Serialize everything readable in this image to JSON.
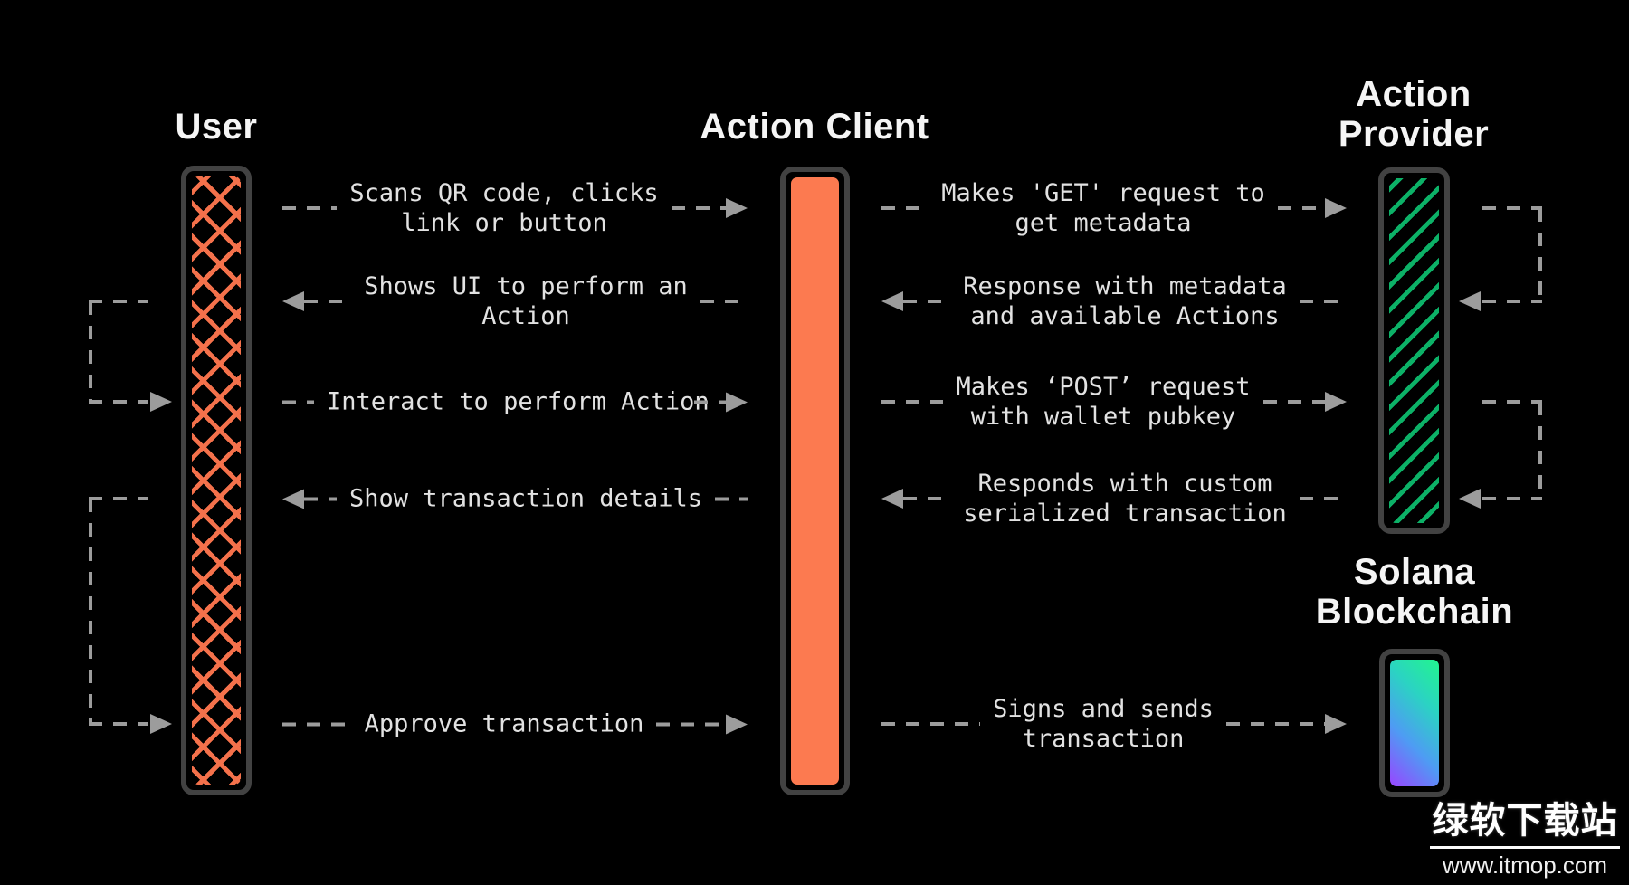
{
  "actors": {
    "user": {
      "label": "User"
    },
    "client": {
      "label": "Action Client"
    },
    "provider": {
      "label_line1": "Action",
      "label_line2": "Provider"
    },
    "solana": {
      "label_line1": "Solana",
      "label_line2": "Blockchain"
    }
  },
  "messages": {
    "user_client": [
      {
        "line1": "Scans QR code, clicks",
        "line2": "link or button",
        "direction": "right"
      },
      {
        "line1": "Shows UI to perform an",
        "line2": "Action",
        "direction": "left"
      },
      {
        "line1": "Interact to perform Action",
        "line2": "",
        "direction": "right"
      },
      {
        "line1": "Show transaction details",
        "line2": "",
        "direction": "left"
      },
      {
        "line1": "Approve transaction",
        "line2": "",
        "direction": "right"
      }
    ],
    "client_provider": [
      {
        "line1": "Makes 'GET' request to",
        "line2": "get metadata",
        "direction": "right"
      },
      {
        "line1": "Response with metadata",
        "line2": "and available Actions",
        "direction": "left"
      },
      {
        "line1": "Makes ‘POST’ request",
        "line2": "with wallet pubkey",
        "direction": "right"
      },
      {
        "line1": "Responds with custom",
        "line2": "serialized transaction",
        "direction": "left"
      },
      {
        "line1": "Signs and sends",
        "line2": "transaction",
        "direction": "right"
      }
    ]
  },
  "colors": {
    "background": "#000000",
    "bar_border_gray": "#424242",
    "client_fill_orange": "#FC7A50",
    "user_hatch_orange": "#F4714B",
    "provider_stripe_green": "#0CB167",
    "solana_gradient_green": "#22F58E",
    "solana_gradient_purple": "#9945FF",
    "arrow_gray": "#9C9C9C",
    "text_gray": "#E2E2E2"
  },
  "watermark": {
    "site_name": "绿软下载站",
    "site_url": "www.itmop.com"
  }
}
